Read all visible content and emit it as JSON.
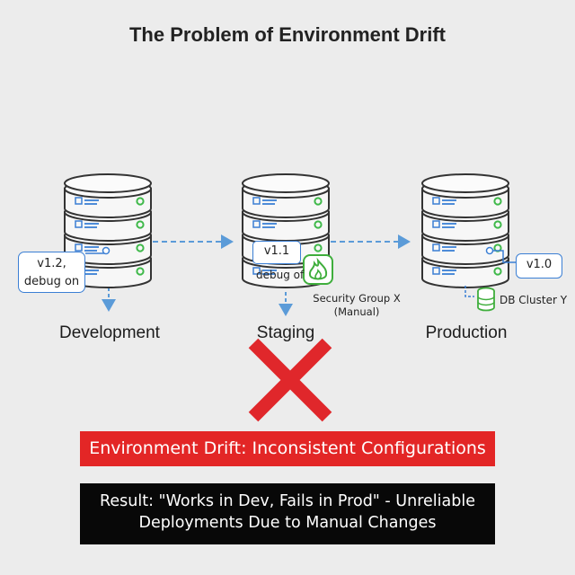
{
  "title": "The Problem of Environment Drift",
  "environments": [
    {
      "name": "Development"
    },
    {
      "name": "Staging"
    },
    {
      "name": "Production"
    }
  ],
  "callouts": {
    "dev": {
      "line1": "v1.2,",
      "line2": "debug on"
    },
    "staging": {
      "line1": "v1.1",
      "line2": "debug of"
    },
    "prod": {
      "line1": "v1.0"
    }
  },
  "notes": {
    "security_group": {
      "line1": "Security Group X",
      "line2": "(Manual)"
    },
    "db_cluster": "DB Cluster Y"
  },
  "banners": {
    "drift": "Environment Drift: Inconsistent Configurations",
    "result_line1": "Result: \"Works in Dev, Fails in Prod\" - Unreliable",
    "result_line2": "Deployments Due to Manual Changes"
  },
  "colors": {
    "accent_blue": "#3b7fd4",
    "status_green": "#3fb94a",
    "alert_red": "#e32626",
    "fire_green": "#3fae3c"
  },
  "icons": [
    "server-stack-icon",
    "fire-icon",
    "database-icon",
    "cross-icon"
  ]
}
